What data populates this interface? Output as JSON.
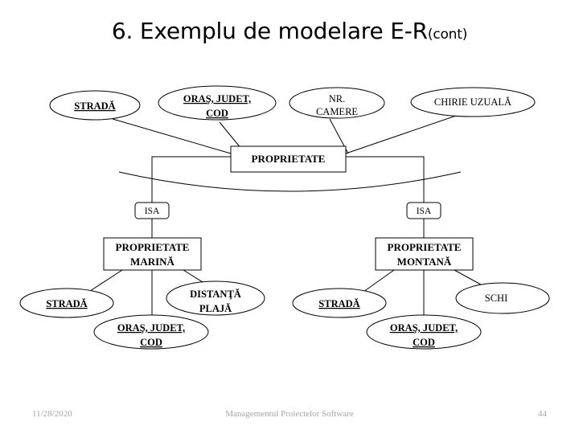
{
  "slide": {
    "title_main": "6. Exemplu de modelare E-R",
    "title_suffix": "(cont)",
    "ink_color": "#000000",
    "footer_color": "#a6a6a6"
  },
  "diagram": {
    "top_attributes": [
      {
        "id": "strada-top",
        "label": "STRADĂ",
        "underlined": true,
        "lines": 1
      },
      {
        "id": "oras-judet-cod-top",
        "label_line1": "ORAŞ, JUDET,",
        "label_line2": "COD",
        "underlined": true,
        "lines": 2
      },
      {
        "id": "nr-camere",
        "label_line1": "NR.",
        "label_line2": "CAMERE",
        "underlined": false,
        "lines": 2
      },
      {
        "id": "chirie-uzuala",
        "label": "CHIRIE UZUALĂ",
        "underlined": false,
        "lines": 1
      }
    ],
    "parent_entity": {
      "id": "proprietate",
      "label": "PROPRIETATE"
    },
    "isa_left": {
      "id": "isa-left",
      "label": "ISA"
    },
    "isa_right": {
      "id": "isa-right",
      "label": "ISA"
    },
    "child_entities": [
      {
        "id": "proprietate-marina",
        "label_line1": "PROPRIETATE",
        "label_line2": "MARINĂ"
      },
      {
        "id": "proprietate-montana",
        "label_line1": "PROPRIETATE",
        "label_line2": "MONTANĂ"
      }
    ],
    "bottom_attributes_left": [
      {
        "id": "strada-marina",
        "label": "STRADĂ",
        "underlined": true,
        "lines": 1
      },
      {
        "id": "distanta-plaja",
        "label_line1": "DISTANŢĂ",
        "label_line2": "PLAJĂ",
        "underlined": false,
        "lines": 2
      },
      {
        "id": "oras-judet-cod-marina",
        "label_line1": "ORAŞ, JUDET,",
        "label_line2": "COD",
        "underlined": true,
        "lines": 2
      }
    ],
    "bottom_attributes_right": [
      {
        "id": "strada-montana",
        "label": "STRADĂ",
        "underlined": true,
        "lines": 1
      },
      {
        "id": "schi",
        "label": "SCHI",
        "underlined": false,
        "lines": 1
      },
      {
        "id": "oras-judet-cod-montana",
        "label_line1": "ORAŞ, JUDET,",
        "label_line2": "COD",
        "underlined": true,
        "lines": 2
      }
    ]
  },
  "footer": {
    "date": "11/28/2020",
    "center": "Managementul Proiectelor Software",
    "page_number": "44"
  }
}
